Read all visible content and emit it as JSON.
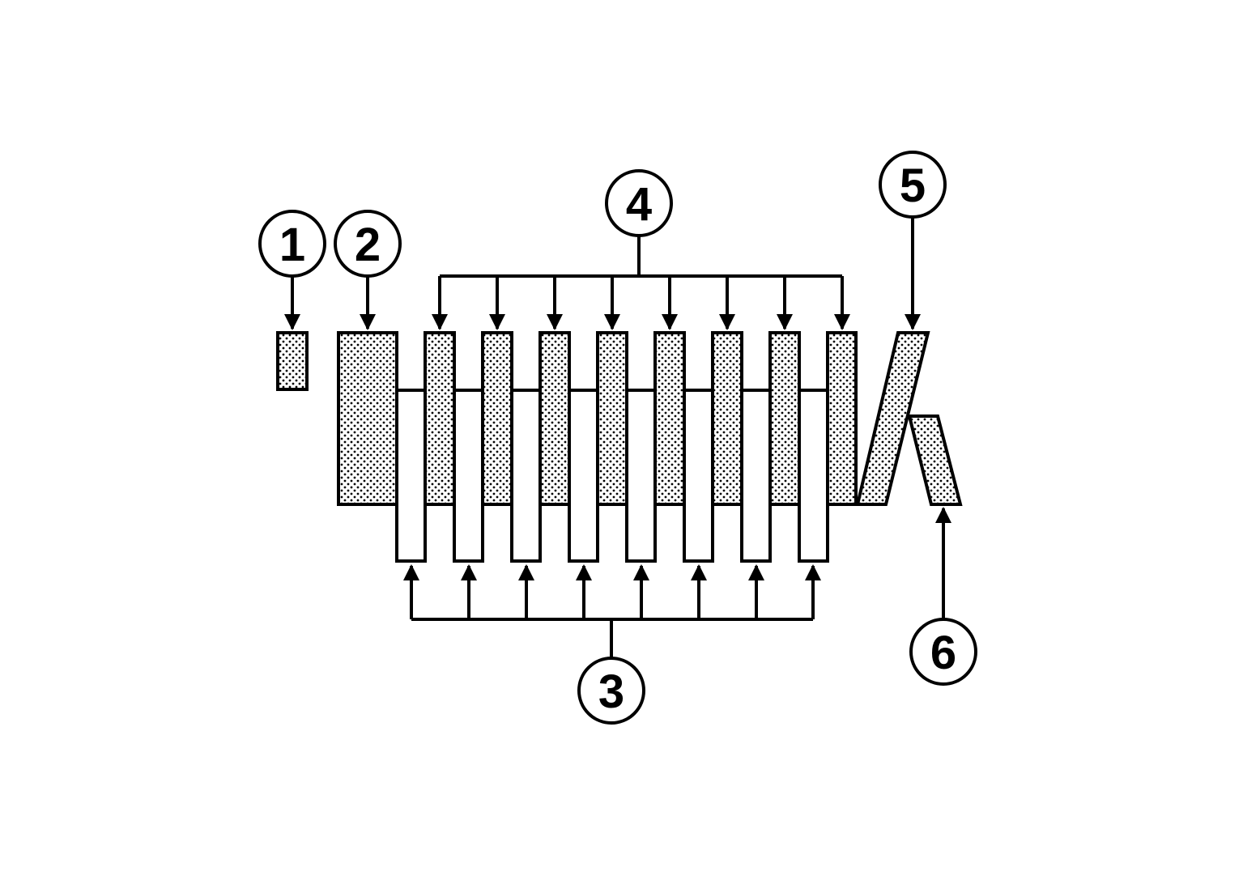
{
  "diagram": {
    "callouts": [
      {
        "label": "1",
        "part": "single-plate"
      },
      {
        "label": "2",
        "part": "end-plate"
      },
      {
        "label": "3",
        "part": "inner-plates-white"
      },
      {
        "label": "4",
        "part": "inner-plates-dotted"
      },
      {
        "label": "5",
        "part": "angled-plate-large"
      },
      {
        "label": "6",
        "part": "angled-plate-small"
      }
    ],
    "colors": {
      "line": "#000000",
      "background": "#ffffff",
      "hatch_dot": "#000000"
    }
  }
}
